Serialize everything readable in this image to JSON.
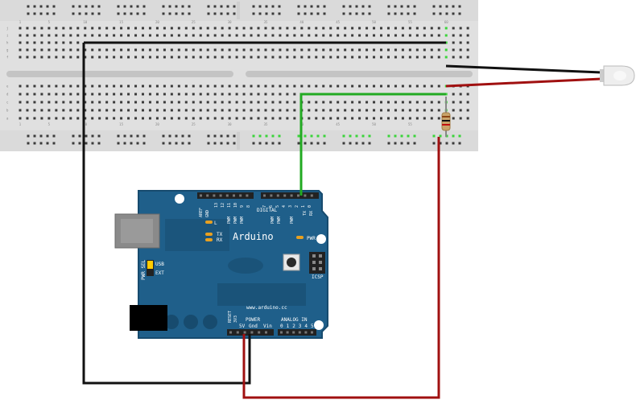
{
  "board": {
    "name": "Arduino",
    "url": "www.arduino.cc",
    "pin_labels": {
      "aref": "AREF",
      "gnd": "GND",
      "digital_numbers": [
        "13",
        "12",
        "11",
        "10",
        "9",
        "8",
        "7",
        "6",
        "5",
        "4",
        "3",
        "2",
        "1",
        "0"
      ],
      "digital": "DIGITAL",
      "pwm": "PWM",
      "tx_pin": "TX",
      "rx_pin": "RX",
      "power": "POWER",
      "power_pins": [
        "5V",
        "Gnd",
        "Vin"
      ],
      "reset": "RESET",
      "v33": "3V3",
      "analog_in": "ANALOG IN",
      "analog_numbers": [
        "0",
        "1",
        "2",
        "3",
        "4",
        "5"
      ]
    },
    "leds": {
      "l": "L",
      "tx": "TX",
      "rx": "RX",
      "pwr": "PWR"
    },
    "jumper": {
      "pwr_sel": "PWR SEL",
      "usb": "USB",
      "ext": "EXT"
    },
    "icsp": "ICSP",
    "colors": {
      "pcb": "#1f5f8a",
      "pcb_dark": "#174b6e",
      "silk": "#ffffff"
    }
  },
  "breadboard": {
    "column_numbers": [
      "1",
      "5",
      "10",
      "15",
      "20",
      "25",
      "30",
      "35",
      "40",
      "45",
      "50",
      "55",
      "60"
    ],
    "row_letters_top": [
      "j",
      "i",
      "h",
      "g",
      "f"
    ],
    "row_letters_bottom": [
      "e",
      "d",
      "c",
      "b",
      "a"
    ],
    "colors": {
      "body": "#e0e0e0",
      "hole": "#3a3a3a",
      "active_hole": "#3ad43a"
    }
  },
  "wires": {
    "colors": {
      "black": "#111111",
      "red": "#a01010",
      "green": "#22aa22"
    }
  },
  "components": {
    "led": "led",
    "resistor": "resistor"
  }
}
